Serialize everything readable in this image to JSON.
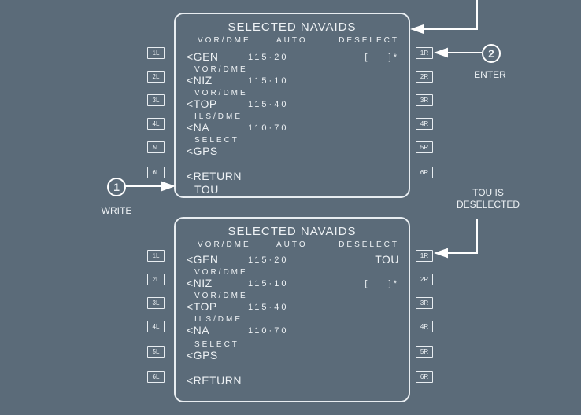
{
  "screens": [
    {
      "title": "SELECTED NAVAIDS",
      "header_left": "VOR/DME",
      "header_mid": "AUTO",
      "header_right": "DESELECT",
      "rows": [
        {
          "ident": "<GEN",
          "freq": "115·20",
          "right": "[    ]*"
        },
        {
          "label": "VOR/DME",
          "ident": "<NIZ",
          "freq": "115·10",
          "right": ""
        },
        {
          "label": "VOR/DME",
          "ident": "<TOP",
          "freq": "115·40",
          "right": ""
        },
        {
          "label": "ILS/DME",
          "ident": "<NA",
          "freq": "110·70",
          "right": ""
        },
        {
          "label": "SELECT",
          "ident": "<GPS",
          "freq": "",
          "right": ""
        },
        {
          "ident": "<RETURN",
          "freq": "",
          "right": ""
        }
      ],
      "scratchpad": "TOU"
    },
    {
      "title": "SELECTED NAVAIDS",
      "header_left": "VOR/DME",
      "header_mid": "AUTO",
      "header_right": "DESELECT",
      "rows": [
        {
          "ident": "<GEN",
          "freq": "115·20",
          "right": "TOU"
        },
        {
          "label": "VOR/DME",
          "ident": "<NIZ",
          "freq": "115·10",
          "right": "[    ]*"
        },
        {
          "label": "VOR/DME",
          "ident": "<TOP",
          "freq": "115·40",
          "right": ""
        },
        {
          "label": "ILS/DME",
          "ident": "<NA",
          "freq": "110·70",
          "right": ""
        },
        {
          "label": "SELECT",
          "ident": "<GPS",
          "freq": "",
          "right": ""
        },
        {
          "ident": "<RETURN",
          "freq": "",
          "right": ""
        }
      ],
      "scratchpad": ""
    }
  ],
  "left_keys": [
    "1L",
    "2L",
    "3L",
    "4L",
    "5L",
    "6L"
  ],
  "right_keys": [
    "1R",
    "2R",
    "3R",
    "4R",
    "5R",
    "6R"
  ],
  "annotations": {
    "step1_num": "1",
    "step1_label": "WRITE",
    "step2_num": "2",
    "step2_label": "ENTER",
    "deselected_line1": "TOU IS",
    "deselected_line2": "DESELECTED"
  }
}
